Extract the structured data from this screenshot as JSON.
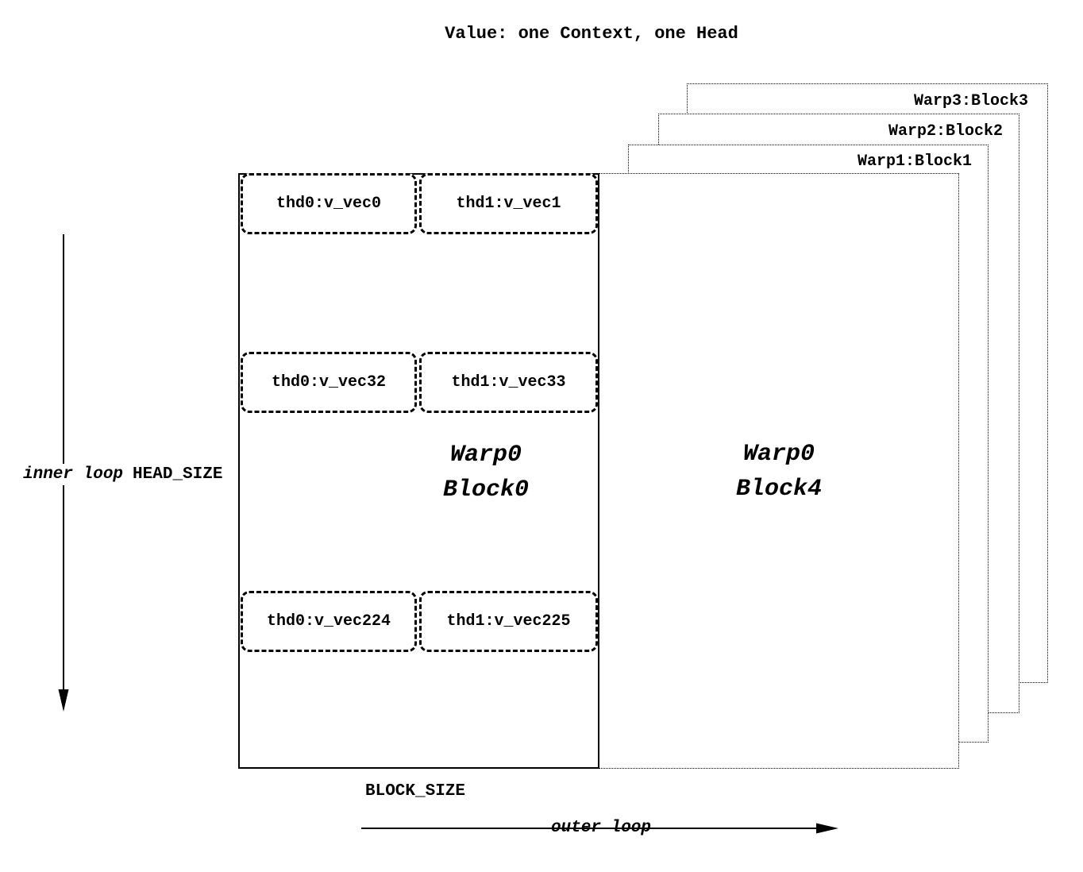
{
  "title": "Value: one Context, one Head",
  "main_block": {
    "name_line1": "Warp0",
    "name_line2": "Block0",
    "rows": [
      {
        "left": "thd0:v_vec0",
        "right": "thd1:v_vec1"
      },
      {
        "left": "thd0:v_vec32",
        "right": "thd1:v_vec33"
      },
      {
        "left": "thd0:v_vec224",
        "right": "thd1:v_vec225"
      }
    ]
  },
  "front_block": {
    "name_line1": "Warp0",
    "name_line2": "Block4"
  },
  "stacked_blocks": [
    {
      "label": "Warp1:Block1"
    },
    {
      "label": "Warp2:Block2"
    },
    {
      "label": "Warp3:Block3"
    }
  ],
  "labels": {
    "inner_loop": "inner loop",
    "head_size": "HEAD_SIZE",
    "block_size": "BLOCK_SIZE",
    "outer_loop": "outer loop"
  },
  "colors": {
    "stroke": "#000000",
    "background": "#ffffff"
  }
}
